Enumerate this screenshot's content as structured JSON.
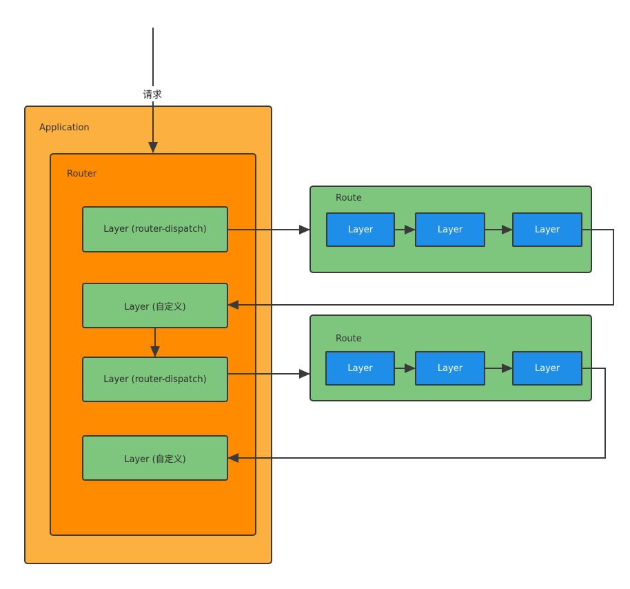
{
  "request_label": "请求",
  "application": {
    "label": "Application"
  },
  "router": {
    "label": "Router",
    "layers": [
      "Layer (router-dispatch)",
      "Layer (自定义)",
      "Layer (router-dispatch)",
      "Layer (自定义)"
    ]
  },
  "routes": [
    {
      "label": "Route",
      "layers": [
        "Layer",
        "Layer",
        "Layer"
      ]
    },
    {
      "label": "Route",
      "layers": [
        "Layer",
        "Layer",
        "Layer"
      ]
    }
  ],
  "colors": {
    "application": "#fbb040",
    "router": "#ff8c00",
    "route": "#7ec67e",
    "layer_green": "#7ec67e",
    "layer_blue": "#1e8ee8",
    "stroke": "#3a3a3a"
  }
}
